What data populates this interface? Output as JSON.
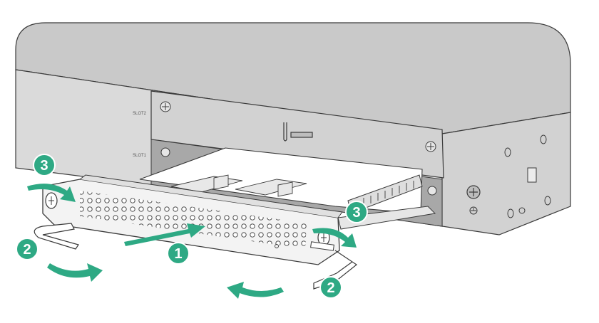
{
  "diagram": {
    "slot_labels": [
      "SLOT2",
      "SLOT1"
    ],
    "callouts": [
      "3",
      "2",
      "1",
      "3",
      "2"
    ],
    "colors": {
      "chassis_top": "#c8c8c8",
      "chassis_front": "#d9d9d9",
      "chassis_side": "#d0d0d0",
      "module_face": "#f2f2f2",
      "callout": "#2ea984",
      "arrow": "#2ea984",
      "outline": "#3a3a3a"
    }
  }
}
